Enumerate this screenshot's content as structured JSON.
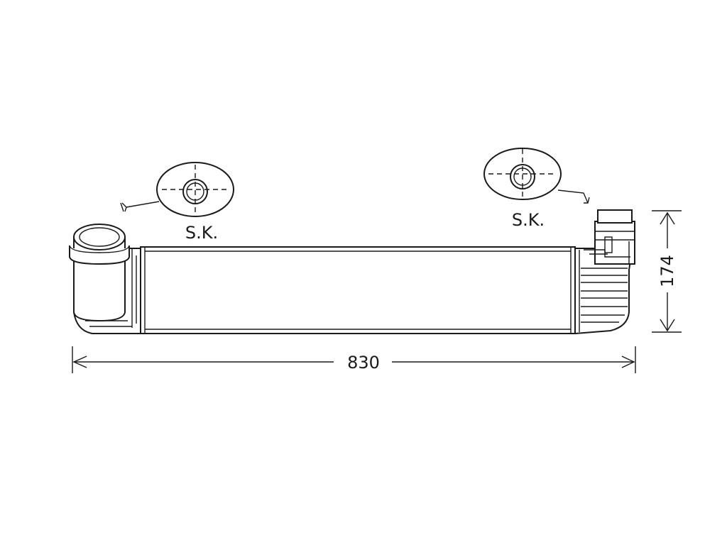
{
  "dimensions": {
    "length": "830",
    "height": "174"
  },
  "labels": {
    "left_detail": "S.K.",
    "right_detail": "S.K."
  },
  "colors": {
    "line": "#1a1a1a",
    "background": "#ffffff"
  }
}
